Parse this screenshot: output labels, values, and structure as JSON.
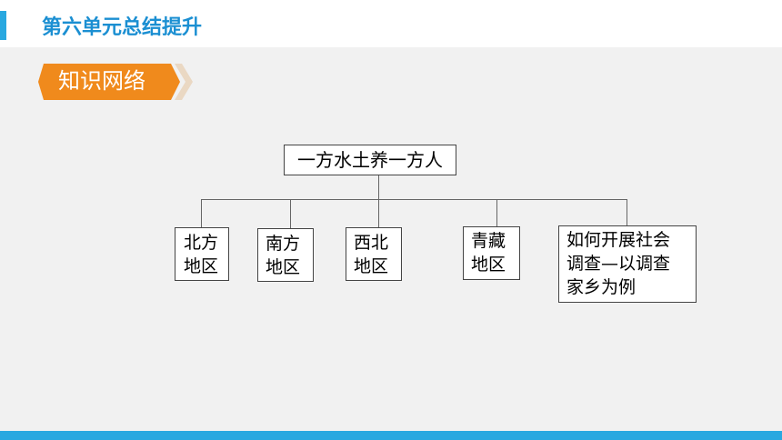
{
  "header": {
    "title": "第六单元总结提升"
  },
  "section": {
    "title": "知识网络"
  },
  "colors": {
    "accent": "#29a8e0",
    "title": "#1b8fd2",
    "banner": "#f08a1c"
  },
  "diagram": {
    "root": "一方水土养一方人",
    "children": [
      {
        "line1": "北方",
        "line2": "地区"
      },
      {
        "line1": "南方",
        "line2": "地区"
      },
      {
        "line1": "西北",
        "line2": "地区"
      },
      {
        "line1": "青藏",
        "line2": "地区"
      },
      {
        "line1": "如何开展社会",
        "line2": "调查—以调查",
        "line3": "家乡为例"
      }
    ]
  }
}
